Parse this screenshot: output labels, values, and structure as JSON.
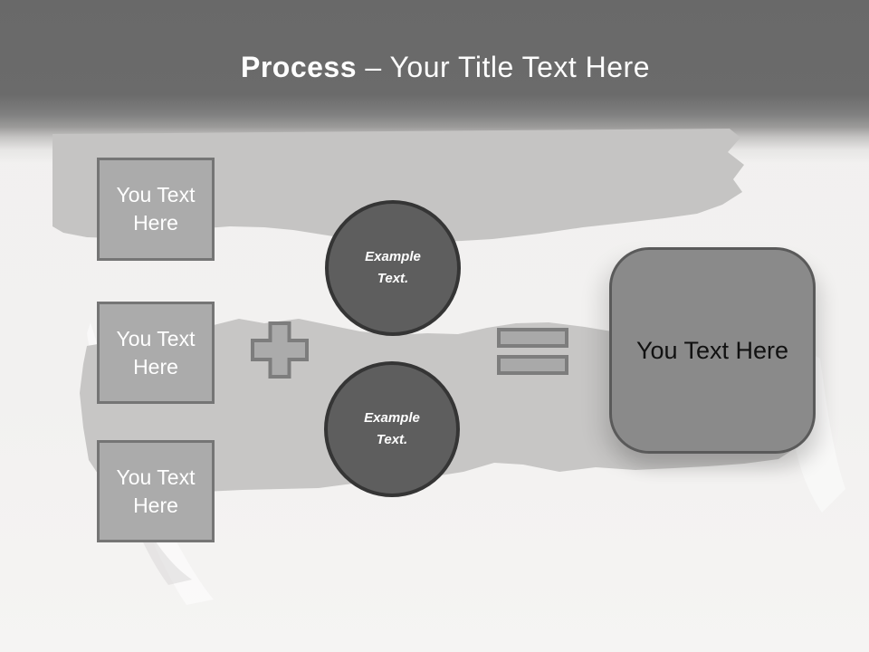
{
  "title": {
    "bold": "Process",
    "rest": "– Your Title Text Here"
  },
  "input_boxes": [
    {
      "label": "You Text Here"
    },
    {
      "label": "You Text Here"
    },
    {
      "label": "You Text Here"
    }
  ],
  "example_circles": [
    {
      "label": "Example Text."
    },
    {
      "label": "Example Text."
    }
  ],
  "result_box": {
    "label": "You Text Here"
  },
  "icons": {
    "plus": "plus-icon",
    "equals": "equals-icon"
  },
  "colors": {
    "header_top": "#696969",
    "slide_background": "#f1f0ef",
    "torn_paper_top": "#c5c4c3",
    "torn_paper_middle": "#c7c6c5",
    "placeholder_fill": "#ababab",
    "placeholder_border": "#757575",
    "circle_fill": "#5e5e5e",
    "circle_border": "#353535",
    "result_fill": "#8a8a8a",
    "result_border": "#5a5a5a",
    "title_text": "#ffffff",
    "box_text": "#ffffff",
    "result_text": "#111111"
  }
}
